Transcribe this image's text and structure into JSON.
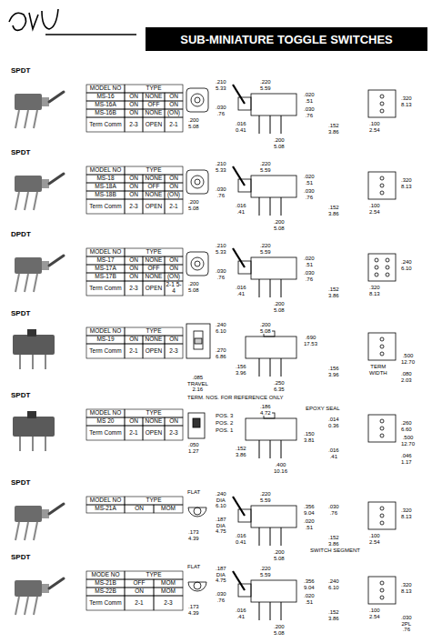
{
  "diagram": {
    "title": "SUB-MINIATURE TOGGLE SWITCHES",
    "labels": [
      "SPDT",
      "MODEL NO",
      "TYPE",
      "MS-16",
      "ON",
      "NONE",
      "ON",
      "MS-16A",
      "ON",
      "OFF",
      "ON",
      "MS-16B",
      "ON",
      "NONE",
      "(ON)",
      "Term Comm",
      "2-3",
      "OPEN",
      "2-1",
      ".210 5.33",
      ".220 5.59",
      ".020 .51",
      ".030 .76",
      ".016 0.41",
      ".152 3.86",
      ".030 .76",
      ".200 5.08",
      ".200 5.08",
      ".320 8.13",
      ".100 2.54",
      "SPDT",
      "MODEL NO",
      "TYPE",
      "MS-18",
      "ON",
      "NONE",
      "ON",
      "MS-18A",
      "ON",
      "OFF",
      "ON",
      "MS-18B",
      "ON",
      "NONE",
      "(ON)",
      "Term Comm",
      "2-3",
      "OPEN",
      "2-1",
      ".210 5.33",
      ".220 5.59",
      ".020 .51",
      ".016 .41",
      ".152 3.86",
      ".200 5.08",
      ".030 .76",
      ".200 5.08",
      ".030 .76",
      ".320 8.13",
      ".100 2.54",
      "DPDT",
      "MODEL NO",
      "TYPE",
      "MS-17",
      "ON",
      "NONE",
      "ON",
      "MS-17A",
      "ON",
      "OFF",
      "ON",
      "MS-17B",
      "ON",
      "NONE",
      "(ON)",
      "Term Comm",
      "2-3",
      "OPEN",
      "2-1 5-4",
      ".210 5.33",
      ".220 5.59",
      ".020 .51",
      ".016 .41",
      ".152 3.86",
      ".200 5.08",
      ".030 .76",
      ".200 5.08",
      ".030 .76",
      ".240 6.10",
      ".320 8.13",
      "SPDT",
      "MODEL NO",
      "TYPE",
      "MS-19",
      "ON",
      "NONE",
      "ON",
      "Term Comm",
      "2-1",
      "OPEN",
      "2-3",
      ".240 6.10",
      ".270 6.86",
      ".690 17.53",
      ".085 TRAVEL 2.16",
      ".250 6.35",
      ".156 3.96",
      ".200 5.08",
      ".500 12.70",
      "TERM WIDTH",
      ".080 2.03",
      ".156 3.96",
      "SPDT",
      "MODEL NO",
      "TYPE",
      "MS 20",
      "ON",
      "NONE",
      "ON",
      "Term Comm",
      "2-1",
      "OPEN",
      "2-3",
      "TERM. NOS. FOR REFERENCE ONLY",
      ".186 4.72",
      "EPOXY SEAL",
      "POS. 3",
      "POS. 2",
      "POS. 1",
      ".152 3.86",
      ".016 .41",
      ".014 0.36",
      ".400 10.16",
      ".150 3.81",
      ".050 1.27",
      ".260 6.60",
      ".500 12.70",
      ".046 1.17",
      "SPDT",
      "MODEL NO",
      "TYPE",
      "MS-21A",
      "ON",
      "MOM",
      "FLAT",
      ".240 DIA 6.10",
      ".187 DIA 4.75",
      ".173 4.39",
      ".220 5.59",
      ".356 9.04",
      ".020 .51",
      ".030 .76",
      ".016 0.41",
      ".152 3.86",
      ".200 5.08",
      ".320 8.13",
      ".100 2.54",
      "SWITCH SEGMENT",
      "SPDT",
      "MODE NO",
      "TYPE",
      "MS-21B",
      "OFF",
      "MOM",
      "MS-22B",
      "ON",
      "MOM",
      "Term Comm",
      "2-1",
      "2-3",
      "FLAT",
      ".187 DIA 4.75",
      ".173 4.39",
      ".220 5.59",
      ".356 9.04",
      ".240 6.10",
      ".020 .51",
      ".016 .41",
      ".152 3.86",
      ".200 5.08",
      ".030 .76",
      ".100 2.54",
      ".320 8.13",
      ".030 2PL .76"
    ]
  }
}
